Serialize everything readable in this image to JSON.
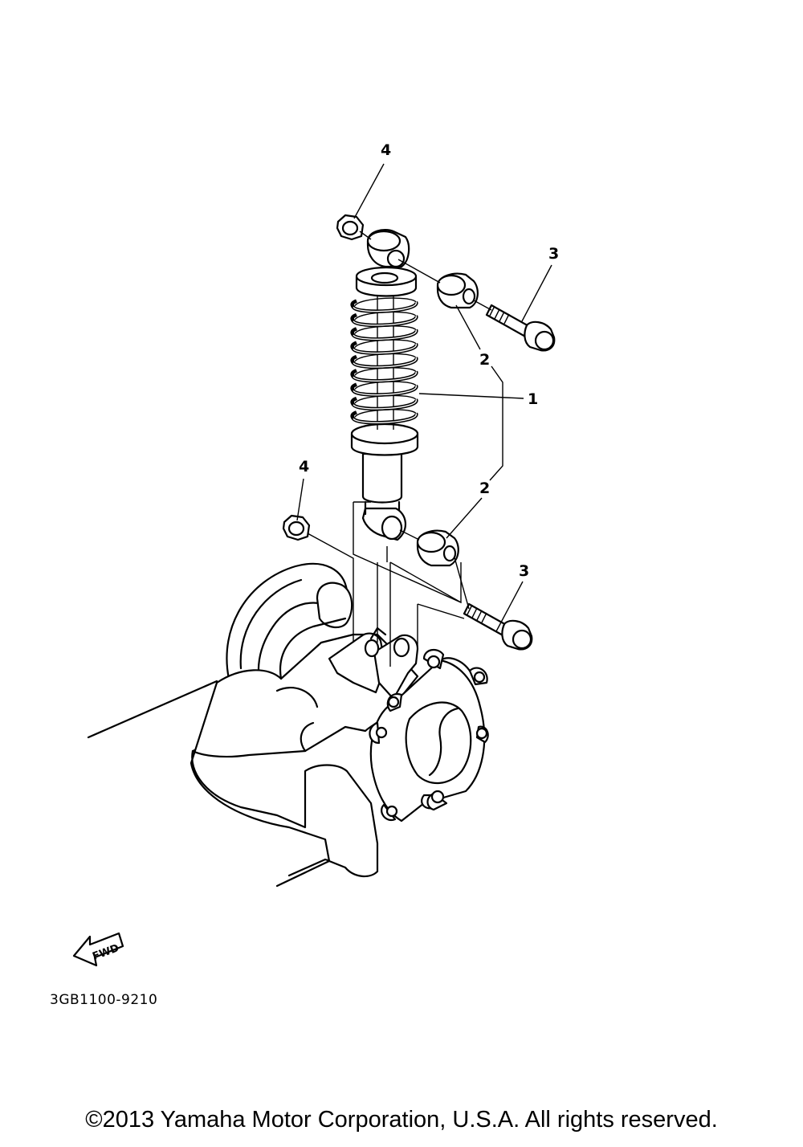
{
  "diagram": {
    "callouts": [
      {
        "id": "callout-4-top",
        "text": "4"
      },
      {
        "id": "callout-3-top",
        "text": "3"
      },
      {
        "id": "callout-2-upper",
        "text": "2"
      },
      {
        "id": "callout-1",
        "text": "1"
      },
      {
        "id": "callout-4-lower",
        "text": "4"
      },
      {
        "id": "callout-2-lower",
        "text": "2"
      },
      {
        "id": "callout-3-lower",
        "text": "3"
      }
    ],
    "fwd_label": "FWD",
    "drawing_code": "3GB1100-9210"
  },
  "footer": {
    "copyright": "©2013 Yamaha Motor Corporation, U.S.A. All rights reserved."
  },
  "colors": {
    "ink": "#000000",
    "paper": "#ffffff"
  }
}
